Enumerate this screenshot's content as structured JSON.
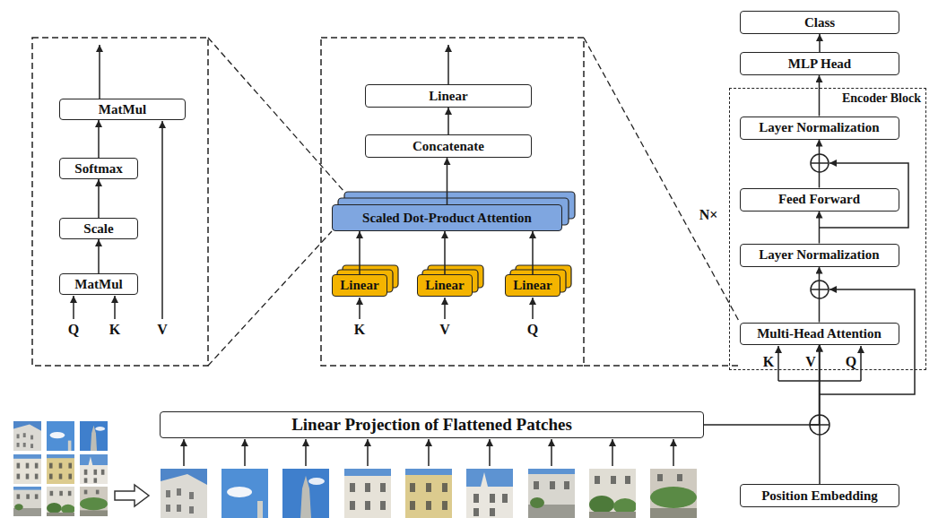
{
  "diagram": {
    "nodes": [
      {
        "text": [
          "MatMul"
        ]
      },
      {
        "text": [
          "Softmax"
        ]
      },
      {
        "text": [
          "Scale"
        ]
      },
      {
        "text": [
          "MatMul"
        ]
      },
      {
        "text": [
          "Linear"
        ]
      },
      {
        "text": [
          "Concatenate"
        ]
      },
      {
        "text": [
          "Scaled Dot-Product Attention"
        ]
      },
      {
        "text": [
          "Linear"
        ]
      },
      {
        "text": [
          "Linear"
        ]
      },
      {
        "text": [
          "Linear"
        ]
      },
      {
        "text": [
          "Class"
        ]
      },
      {
        "text": [
          "MLP Head"
        ]
      },
      {
        "text": [
          "Encoder Block"
        ]
      },
      {
        "text": [
          "Layer Normalization"
        ],
        "in": 12
      },
      {
        "text": [
          "Feed Forward"
        ],
        "in": 12
      },
      {
        "text": [
          "Layer Normalization"
        ],
        "in": 12
      },
      {
        "text": [
          "Multi-Head Attention"
        ],
        "in": 12
      },
      {
        "text": [
          "Linear Projection of Flattened Patches"
        ]
      },
      {
        "text": [
          "Position Embedding"
        ]
      }
    ],
    "edges": [
      {
        "from": 3,
        "to": 2,
        "arrow": "to"
      },
      {
        "from": 2,
        "to": 1,
        "arrow": "to"
      },
      {
        "from": 1,
        "to": 0,
        "arrow": "to"
      },
      {
        "from": 7,
        "to": 6,
        "arrow": "to"
      },
      {
        "from": 8,
        "to": 6,
        "arrow": "to"
      },
      {
        "from": 9,
        "to": 6,
        "arrow": "to"
      },
      {
        "from": 6,
        "to": 5,
        "arrow": "to"
      },
      {
        "from": 5,
        "to": 4,
        "arrow": "to"
      },
      {
        "from": 11,
        "to": 10,
        "arrow": "to"
      },
      {
        "from": 13,
        "to": 11,
        "arrow": "to"
      },
      {
        "from": 14,
        "to": 13,
        "arrow": "to"
      },
      {
        "from": 15,
        "to": 14,
        "arrow": "to"
      },
      {
        "from": 16,
        "to": 15,
        "arrow": "to"
      },
      {
        "from": 17,
        "to": 16,
        "arrow": "to"
      },
      {
        "from": 18,
        "to": 16,
        "arrow": "to"
      }
    ],
    "labels": [
      "Q",
      "K",
      "V",
      "K",
      "V",
      "Q",
      "N×",
      "K",
      "V",
      "Q"
    ]
  }
}
